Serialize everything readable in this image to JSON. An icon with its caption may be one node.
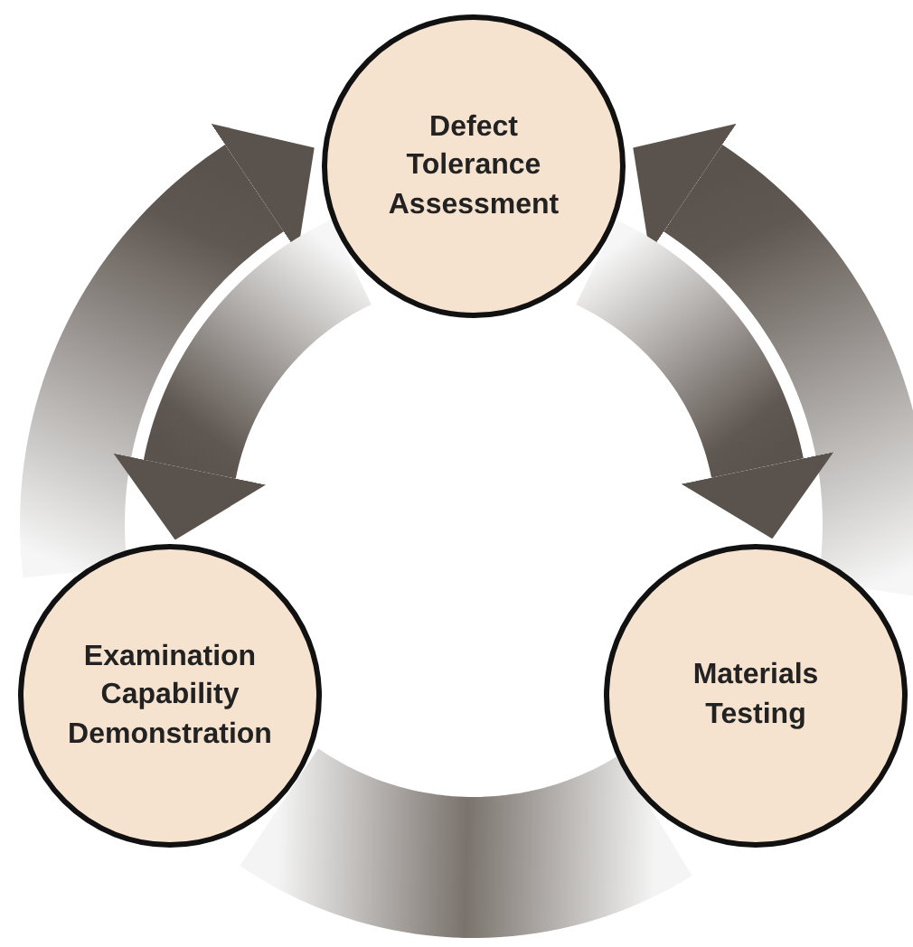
{
  "diagram": {
    "nodes": [
      {
        "text": [
          "Defect Tolerance Assessment"
        ]
      },
      {
        "text": [
          "Examination Capability Demonstration"
        ]
      },
      {
        "text": [
          "Materials Testing"
        ]
      }
    ],
    "edges": [
      {
        "from": 1,
        "to": 0,
        "arrow": "to"
      },
      {
        "from": 0,
        "to": 1,
        "arrow": "to"
      },
      {
        "from": 2,
        "to": 0,
        "arrow": "to"
      },
      {
        "from": 0,
        "to": 2,
        "arrow": "to"
      },
      {
        "from": 1,
        "to": 2,
        "arrow": "none"
      }
    ]
  }
}
